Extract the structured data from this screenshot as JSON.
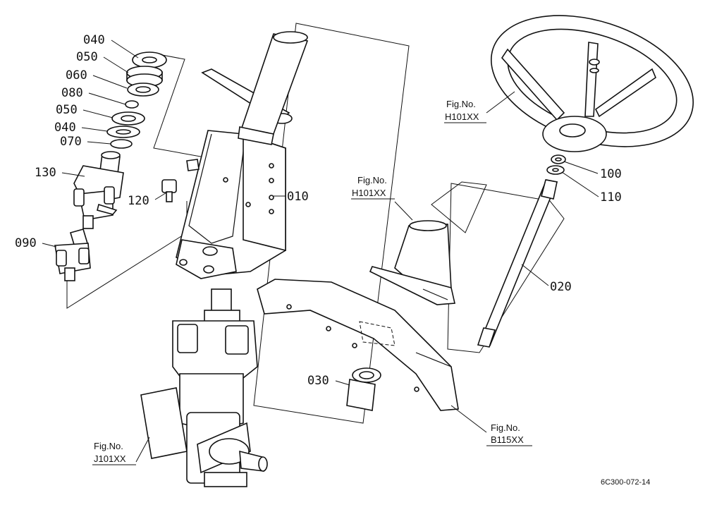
{
  "labels": {
    "p040a": "040",
    "p050a": "050",
    "p060": "060",
    "p080": "080",
    "p050b": "050",
    "p040b": "040",
    "p070": "070",
    "p130": "130",
    "p120": "120",
    "p010": "010",
    "p090": "090",
    "p100": "100",
    "p110": "110",
    "p020": "020",
    "p030": "030"
  },
  "fig_refs": {
    "steering_wheel": {
      "title": "Fig.No.",
      "code": "H101XX"
    },
    "cover": {
      "title": "Fig.No.",
      "code": "H101XX"
    },
    "gearbox": {
      "title": "Fig.No.",
      "code": "J101XX"
    },
    "panel": {
      "title": "Fig.No.",
      "code": "B115XX"
    }
  },
  "drawing_code": "6C300-072-14"
}
